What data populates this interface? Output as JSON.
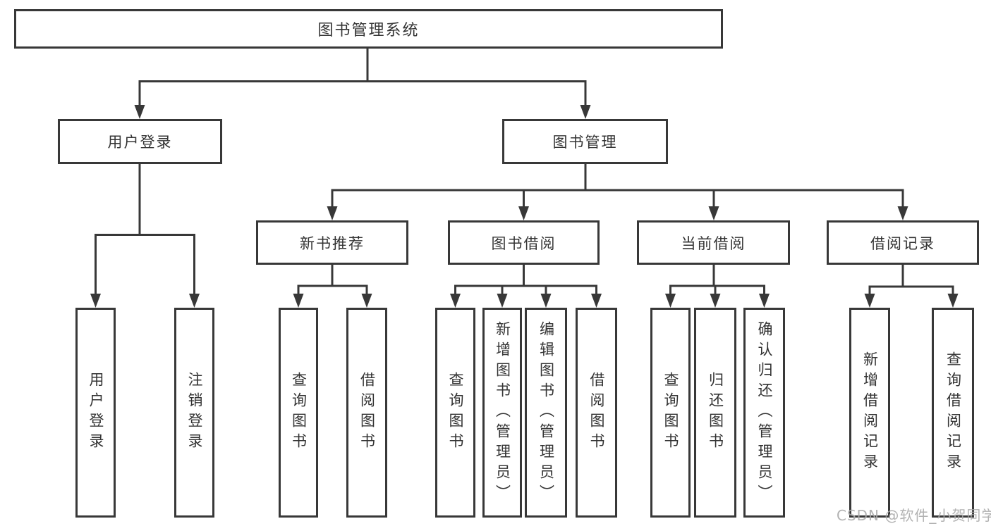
{
  "tree": {
    "label": "图书管理系统",
    "children": [
      {
        "label": "用户登录",
        "children": [
          {
            "label": "用户登录"
          },
          {
            "label": "注销登录"
          }
        ]
      },
      {
        "label": "图书管理",
        "children": [
          {
            "label": "新书推荐",
            "children": [
              {
                "label": "查询图书"
              },
              {
                "label": "借阅图书"
              }
            ]
          },
          {
            "label": "图书借阅",
            "children": [
              {
                "label": "查询图书"
              },
              {
                "label": "新增图书（管理员）"
              },
              {
                "label": "编辑图书（管理员）"
              },
              {
                "label": "借阅图书"
              }
            ]
          },
          {
            "label": "当前借阅",
            "children": [
              {
                "label": "查询图书"
              },
              {
                "label": "归还图书"
              },
              {
                "label": "确认归还（管理员）"
              }
            ]
          },
          {
            "label": "借阅记录",
            "children": [
              {
                "label": "新增借阅记录"
              },
              {
                "label": "查询借阅记录"
              }
            ]
          }
        ]
      }
    ]
  },
  "watermark": {
    "text": "CSDN @软件_小贺同学"
  },
  "colors": {
    "line": "#383838",
    "text": "#333333",
    "box_fill": "#ffffff",
    "background": "#ffffff",
    "watermark": "#aaaaaa"
  }
}
